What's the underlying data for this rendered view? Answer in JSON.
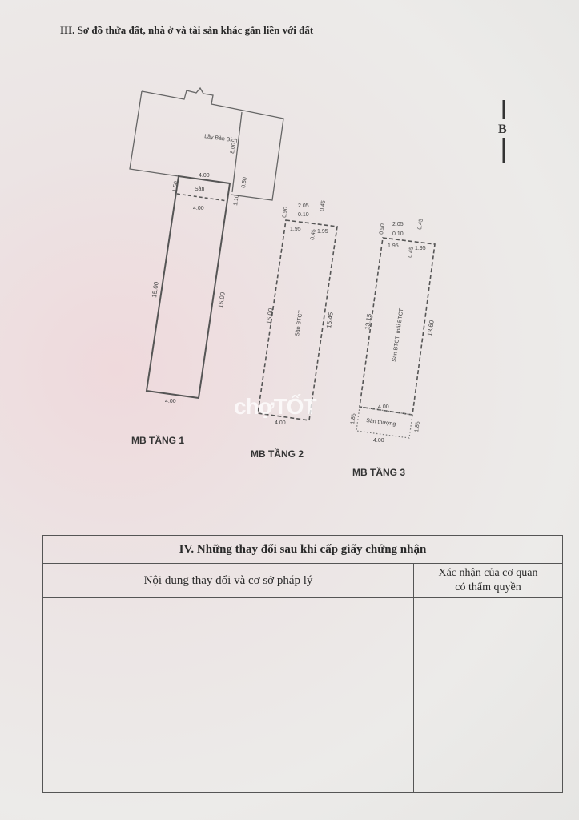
{
  "section3": {
    "title": "III. Sơ đồ thửa đất, nhà ở và tài sản khác gắn liền với đất"
  },
  "north_label": "B",
  "plan": {
    "road_label": "Lầy Bản Bích",
    "road_dim": "8.00",
    "floor1": {
      "label": "MB TẦNG 1",
      "yard_label": "Sân",
      "top": "4.00",
      "yard_inner": "4.00",
      "left_yard": "1.50",
      "right_yard": "1.10",
      "right_top": "0.50",
      "left": "15.00",
      "right": "15.00",
      "bottom": "4.00"
    },
    "floor2": {
      "label": "MB TẦNG 2",
      "inner_label": "Sàn BTCT",
      "top": "2.05",
      "mid": "0.10",
      "d1": "0.90",
      "d2": "0.45",
      "d3": "0.45",
      "w1": "1.95",
      "w2": "1.95",
      "left": "15.00",
      "right": "15.45",
      "bottom": "4.00"
    },
    "floor3": {
      "label": "MB TẦNG 3",
      "inner_label": "Sàn BTCT, mái BTCT",
      "terrace_label": "Sân thượng",
      "top": "2.05",
      "mid": "0.10",
      "d1": "0.90",
      "d2": "0.45",
      "d3": "0.45",
      "w1": "1.95",
      "w2": "1.95",
      "left": "13.15",
      "right": "13.60",
      "bottom": "4.00",
      "terrace_left": "1.85",
      "terrace_right": "1.85",
      "terrace_bottom": "4.00"
    }
  },
  "watermark": "chợTỐT",
  "section4": {
    "title": "IV. Những thay đổi sau khi cấp giấy chứng nhận",
    "col1": "Nội dung thay đổi và cơ sở pháp lý",
    "col2_line1": "Xác nhận của cơ quan",
    "col2_line2": "có thẩm quyền"
  }
}
